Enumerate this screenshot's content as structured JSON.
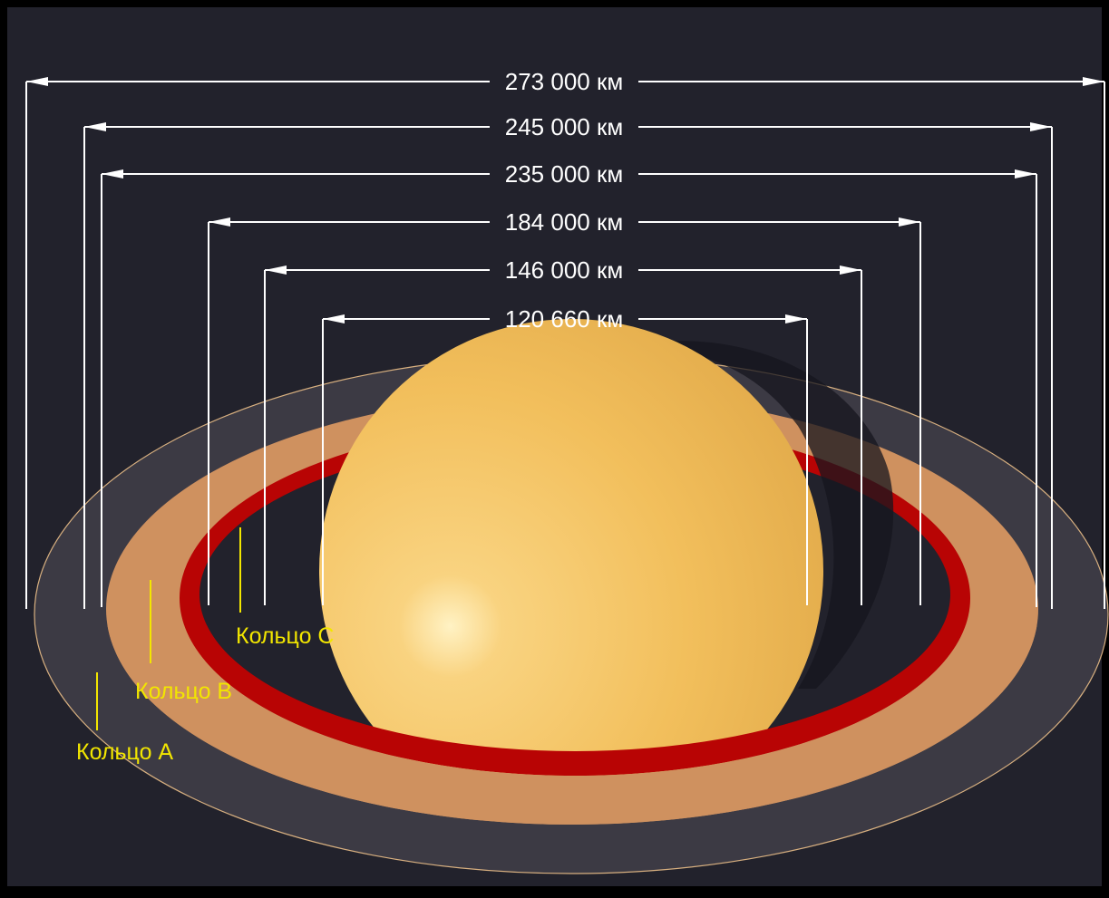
{
  "colors": {
    "frame": "#000000",
    "background": "#22222c",
    "planet": "#f2bf5c",
    "ring_a": "#3c3a44",
    "ring_b": "#cf915f",
    "ring_c": "#b80404",
    "dimension_line": "#ffffff",
    "ring_label": "#f2e600"
  },
  "dimensions": [
    {
      "label": "273 000 км"
    },
    {
      "label": "245 000 км"
    },
    {
      "label": "235 000 км"
    },
    {
      "label": "184 000 км"
    },
    {
      "label": "146 000 км"
    },
    {
      "label": "120 660 км"
    }
  ],
  "rings": [
    {
      "label": "Кольцо A"
    },
    {
      "label": "Кольцо B"
    },
    {
      "label": "Кольцо C"
    }
  ]
}
